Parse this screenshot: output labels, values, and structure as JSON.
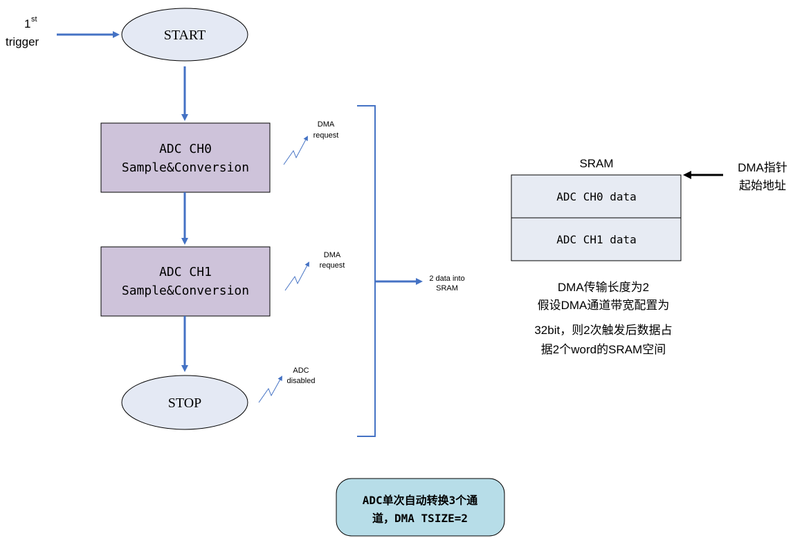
{
  "colors": {
    "flow_arrow": "#4472C4",
    "ellipse_fill": "#E4E9F4",
    "process_fill": "#CEC3DA",
    "sram_fill": "#E7EBF3",
    "note_fill": "#B7DDE8",
    "stroke": "#000000"
  },
  "trigger": {
    "main": "1",
    "sup": "st",
    "line2": "trigger"
  },
  "start_label": "START",
  "stop_label": "STOP",
  "process1": {
    "line1": "ADC CH0",
    "line2": "Sample&Conversion"
  },
  "process2": {
    "line1": "ADC CH1",
    "line2": "Sample&Conversion"
  },
  "signal1": {
    "line1": "DMA",
    "line2": "request"
  },
  "signal2": {
    "line1": "DMA",
    "line2": "request"
  },
  "signal3": {
    "line1": "ADC",
    "line2": "disabled"
  },
  "bracket_output": {
    "line1": "2 data into",
    "line2": "SRAM"
  },
  "sram": {
    "title": "SRAM",
    "rows": [
      "ADC CH0 data",
      "ADC CH1 data"
    ]
  },
  "pointer_label": {
    "line1": "DMA指针",
    "line2": "起始地址"
  },
  "sram_note": [
    "DMA传输长度为2",
    "假设DMA通道带宽配置为",
    "32bit，则2次触发后数据占",
    "据2个word的SRAM空间"
  ],
  "summary_box": {
    "line1": "ADC单次自动转换3个通",
    "line2": "道，DMA TSIZE=2"
  }
}
